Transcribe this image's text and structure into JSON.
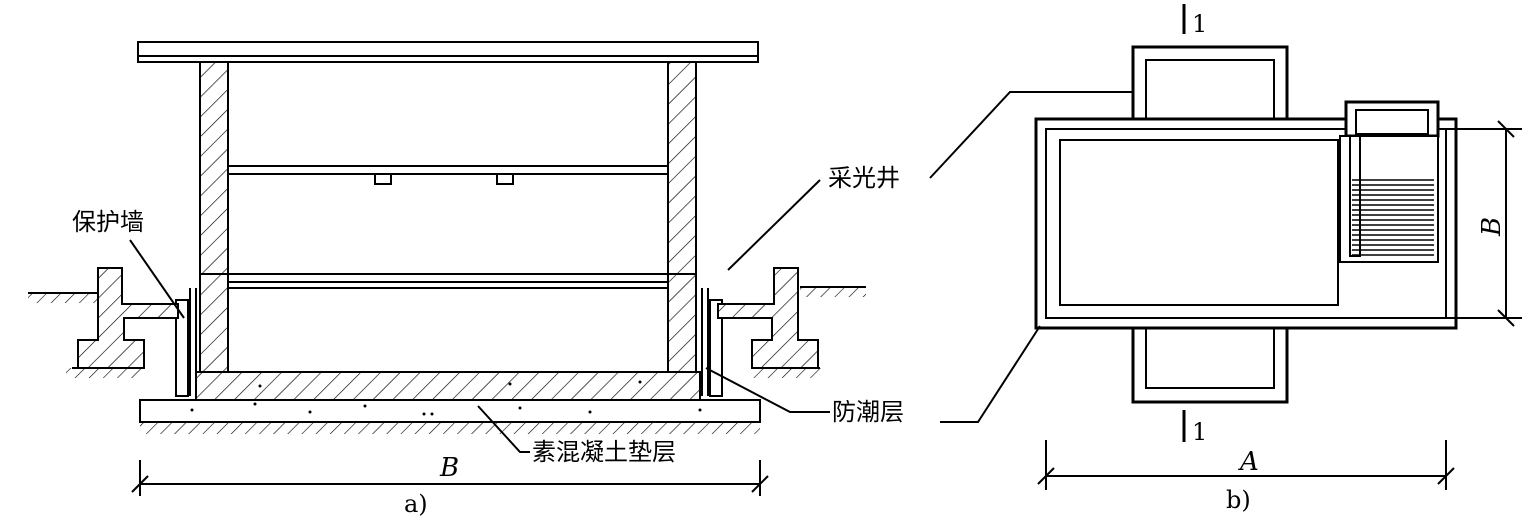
{
  "figure_a": {
    "labels": {
      "protective_wall": "保护墙",
      "light_well": "采光井",
      "damp_proof_layer": "防潮层",
      "concrete_cushion": "素混凝土垫层"
    },
    "dimension_label": "B",
    "caption": "a)"
  },
  "figure_b": {
    "section_mark_top": "1",
    "section_mark_bottom": "1",
    "dimension_label_width": "A",
    "dimension_label_height": "B",
    "caption": "b)"
  },
  "colors": {
    "line": "#000000",
    "background": "#ffffff"
  }
}
